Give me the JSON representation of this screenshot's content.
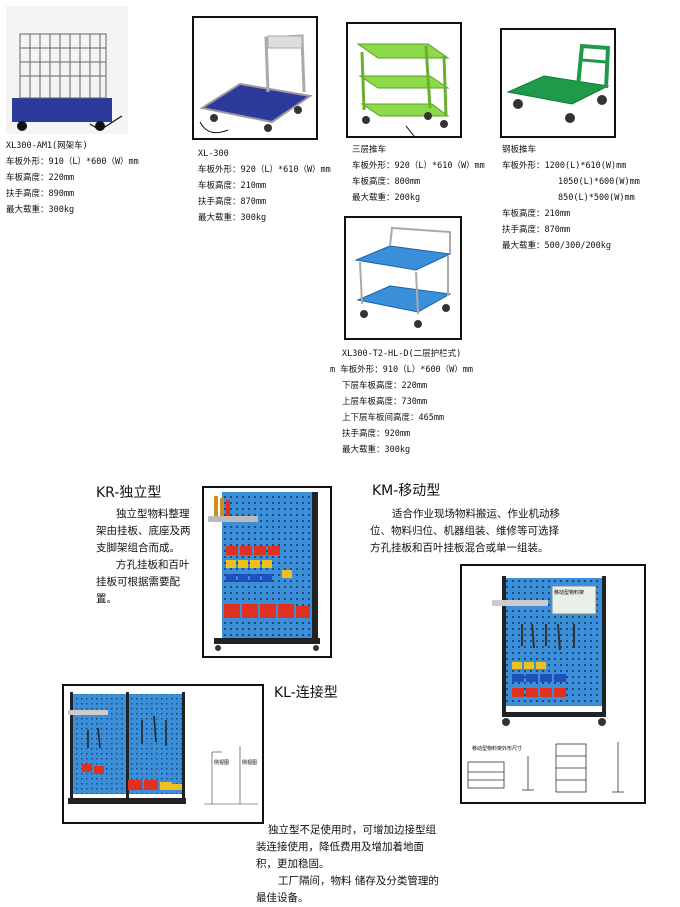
{
  "carts": [
    {
      "name": "XL300-AM1(网架车)",
      "specs": [
        "车板外形：910（L）*600（W）mm",
        "车板高度：220mm",
        "扶手高度：890mm",
        "最大载重：300kg"
      ]
    },
    {
      "name": "XL-300",
      "specs": [
        "车板外形：920（L）*610（W）mm",
        "车板高度：210mm",
        "扶手高度：870mm",
        "最大载重：300kg"
      ]
    },
    {
      "name": "三层推车",
      "specs": [
        "车板外形：920（L）*610（W）mm",
        "车板高度：800mm",
        "最大载重：200kg"
      ]
    },
    {
      "name": "钢板推车",
      "specs": [
        "车板外形：1200(L)*610(W)mm",
        "1050(L)*600(W)mm",
        "850(L)*500(W)mm",
        "车板高度：210mm",
        "扶手高度：870mm",
        "最大载重：500/300/200kg"
      ]
    },
    {
      "name": "XL300-T2-HL-D(二层护栏式)",
      "specs": [
        "m 车板外形：910（L）*600（W）mm",
        "下层车板高度：220mm",
        "上层车板高度：730mm",
        "上下层车板间高度：465mm",
        "扶手高度：920mm",
        "最大载重：300kg"
      ]
    }
  ],
  "racks": {
    "kr": {
      "title": "KR-独立型",
      "text": [
        "独立型物料整理架由挂板、底座及两支脚架组合而成。",
        "方孔挂板和百叶挂板可根据需要配置。"
      ]
    },
    "km": {
      "title": "KM-移动型",
      "text": [
        "适合作业现场物料搬运、作业机动移位、物料归位、机器组装、维修等可选择方孔挂板和百叶挂板混合或单一组装。"
      ],
      "board_label": "移动型物料架",
      "dims_label": "移动型物料架外形尺寸"
    },
    "kl": {
      "title": "KL-连接型",
      "text": [
        "独立型不足使用时，可增加边接型组装连接使用，降低费用及增加着地面积，更加稳固。",
        "工厂隔间，物料 储存及分类管理的最佳设备。"
      ],
      "view_labels": [
        "侧视图",
        "侧视图"
      ]
    }
  },
  "colors": {
    "cart_blue": "#2c3a9c",
    "cart_green": "#8cd94a",
    "steel_green": "#1f9a4a",
    "board_blue": "#3a8fd8",
    "bin_red": "#e03020",
    "bin_yellow": "#f0c020",
    "bin_blue": "#2050c0"
  }
}
